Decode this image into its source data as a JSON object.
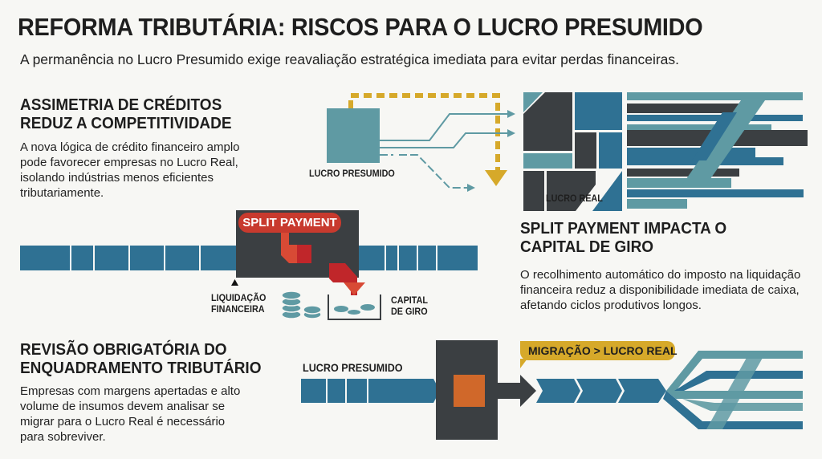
{
  "title": "REFORMA TRIBUTÁRIA: RISCOS PARA O LUCRO PRESUMIDO",
  "subtitle": "A permanência no Lucro Presumido exige reavaliação estratégica imediata para evitar perdas financeiras.",
  "section1": {
    "heading_line1": "ASSIMETRIA DE CRÉDITOS",
    "heading_line2": "REDUZ A COMPETITIVIDADE",
    "body": "A nova lógica de crédito financeiro amplo pode favorecer empresas no Lucro Real, isolando indústrias menos eficientes tributariamente.",
    "label_left": "LUCRO PRESUMIDO",
    "label_right": "LUCRO REAL"
  },
  "section2": {
    "heading_line1": "SPLIT PAYMENT IMPACTA O",
    "heading_line2": "CAPITAL DE GIRO",
    "body": "O recolhimento automático do imposto na liquidação financeira reduz a disponibilidade imediata de caixa, afetando ciclos produtivos longos.",
    "badge": "SPLIT PAYMENT",
    "label_settlement_1": "LIQUIDAÇÃO",
    "label_settlement_2": "FINANCEIRA",
    "label_capital_1": "CAPITAL",
    "label_capital_2": "DE GIRO"
  },
  "section3": {
    "heading_line1": "REVISÃO OBRIGATÓRIA DO",
    "heading_line2": "ENQUADRAMENTO TRIBUTÁRIO",
    "body": "Empresas com margens apertadas e alto volume de insumos devem analisar se migrar para o Lucro Real é necessário para sobreviver.",
    "label_start": "LUCRO PRESUMIDO",
    "badge": "MIGRAÇÃO > LUCRO REAL"
  },
  "colors": {
    "teal": "#5f9aa3",
    "blue": "#2f7193",
    "dark": "#3b3f42",
    "gold": "#d6a92a",
    "red": "#c83a2e",
    "orange": "#d0682a"
  }
}
